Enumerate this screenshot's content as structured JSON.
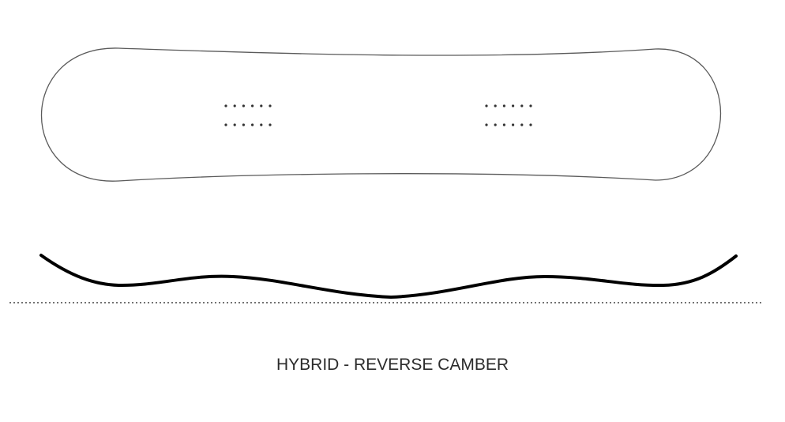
{
  "caption": "HYBRID - REVERSE CAMBER",
  "colors": {
    "outline": "#5a5a5a",
    "profile": "#000000",
    "baseline": "#444444",
    "insert_dots": "#333333",
    "background": "#ffffff"
  },
  "binding_inserts": {
    "groups": 2,
    "rows_per_group": 2,
    "dots_per_row": 6
  }
}
